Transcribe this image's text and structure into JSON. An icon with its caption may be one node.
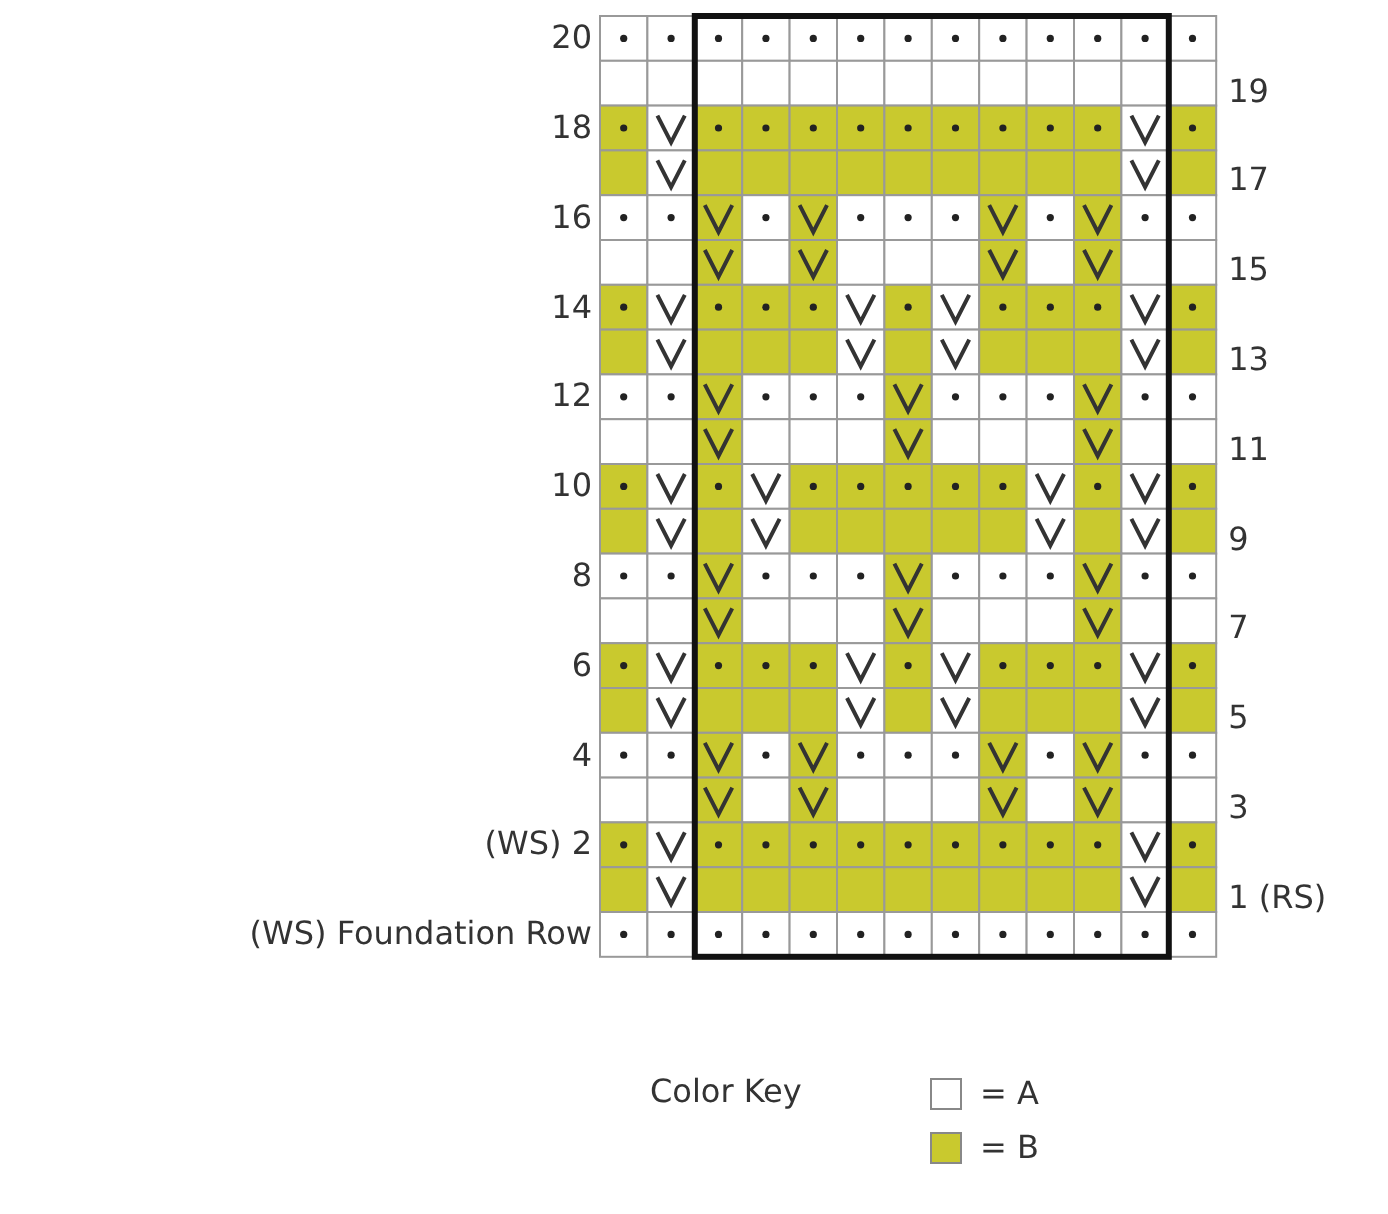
{
  "diagram": {
    "labels": [
      "20",
      "19",
      "18",
      "17",
      "16",
      "15",
      "14",
      "13",
      "12",
      "11",
      "10",
      "9",
      "8",
      "7",
      "6",
      "5",
      "4",
      "3",
      "(WS) 2",
      "1 (RS)",
      "(WS) Foundation Row",
      "Color Key"
    ],
    "legend": [
      {
        "text": "= A",
        "color": "#ffffff"
      },
      {
        "text": "= B",
        "color": "#c9c92e"
      }
    ]
  }
}
